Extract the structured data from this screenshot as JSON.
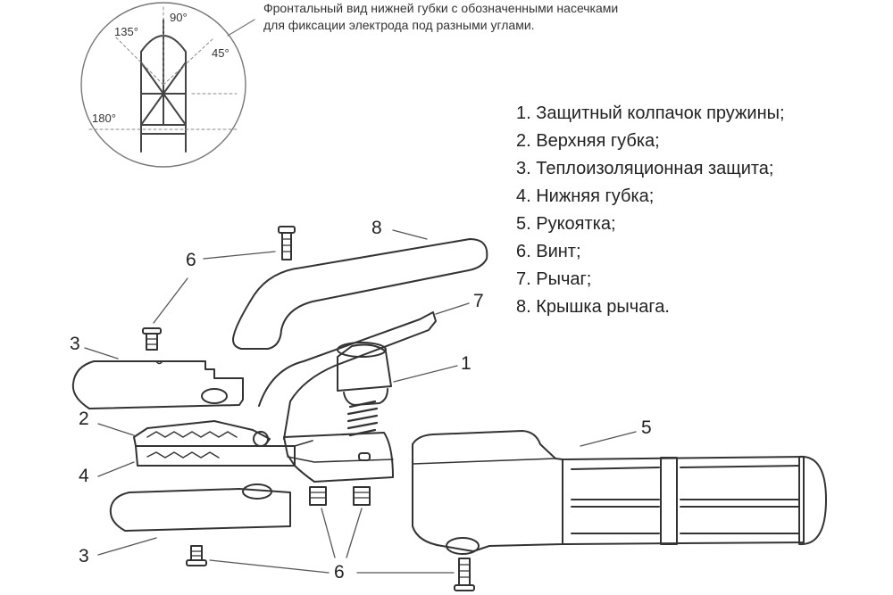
{
  "caption": {
    "line1": "Фронтальный вид нижней губки с обозначенными насечками",
    "line2": "для фиксации электрода под разными углами."
  },
  "angles": {
    "a135": "135°",
    "a90": "90°",
    "a45": "45°",
    "a180": "180°"
  },
  "legend": [
    "1. Защитный колпачок пружины;",
    "2. Верхняя губка;",
    "3. Теплоизоляционная защита;",
    "4. Нижняя губка;",
    "5. Рукоятка;",
    "6. Винт;",
    "7. Рычаг;",
    "8. Крышка рычага."
  ],
  "callouts": {
    "n1": "1",
    "n2": "2",
    "n3_top": "3",
    "n3_bottom": "3",
    "n4": "4",
    "n5": "5",
    "n6_top": "6",
    "n6_bottom": "6",
    "n7": "7",
    "n8": "8"
  }
}
